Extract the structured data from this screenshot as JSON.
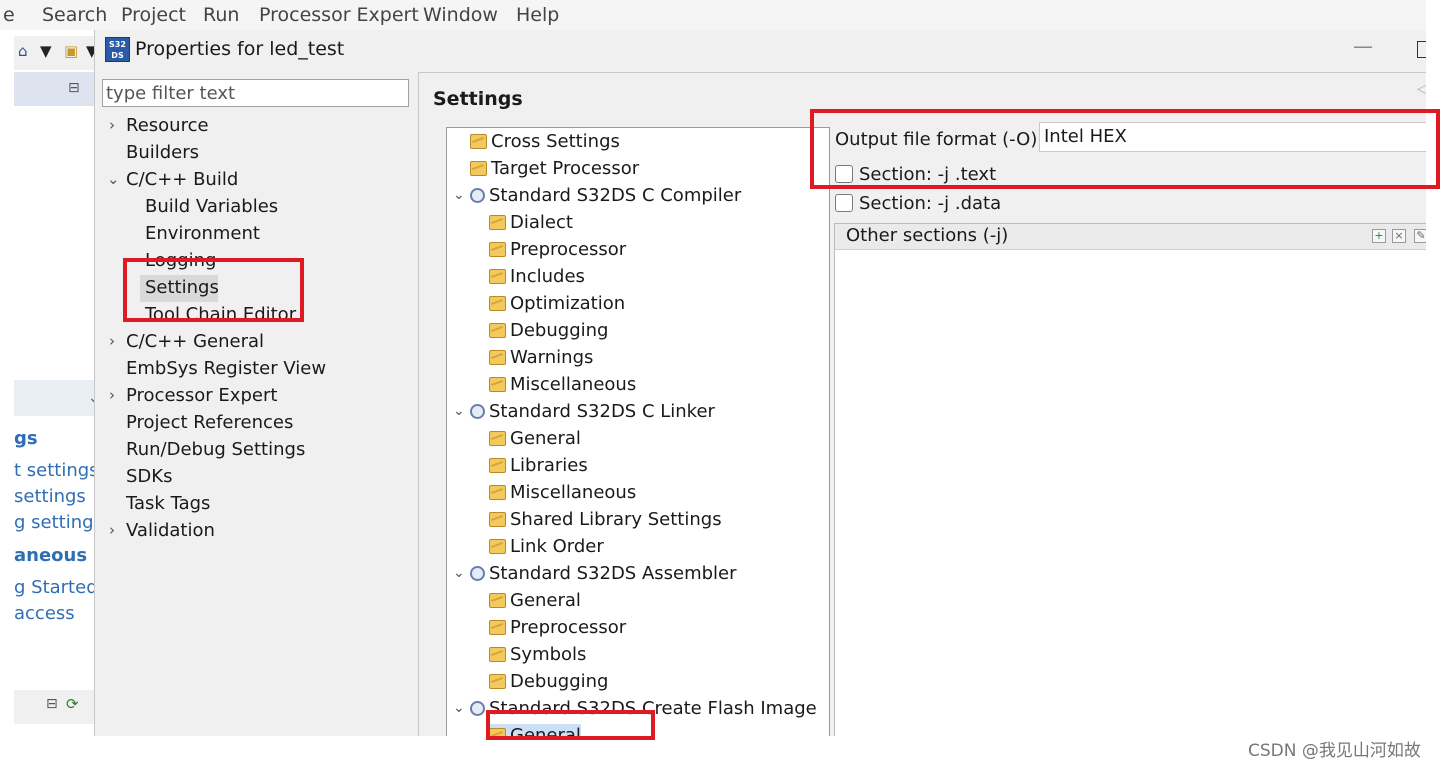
{
  "menubar": {
    "items": [
      "e",
      "Search",
      "Project",
      "Run",
      "Processor Expert",
      "Window",
      "Help"
    ]
  },
  "background": {
    "links": [
      "gs",
      "t settings",
      "settings",
      "g settings",
      "aneous",
      "g Started",
      "access"
    ]
  },
  "dialog": {
    "logo_text": "S32 DS",
    "title": "Properties for led_test",
    "minimize": "—",
    "filter_placeholder": "type filter text",
    "nav": [
      {
        "label": "Resource"
      },
      {
        "label": "Builders"
      },
      {
        "label": "C/C++ Build"
      },
      {
        "label": "Build Variables"
      },
      {
        "label": "Environment"
      },
      {
        "label": "Logging"
      },
      {
        "label": "Settings"
      },
      {
        "label": "Tool Chain Editor"
      },
      {
        "label": "C/C++ General"
      },
      {
        "label": "EmbSys Register View"
      },
      {
        "label": "Processor Expert"
      },
      {
        "label": "Project References"
      },
      {
        "label": "Run/Debug Settings"
      },
      {
        "label": "SDKs"
      },
      {
        "label": "Task Tags"
      },
      {
        "label": "Validation"
      }
    ],
    "panel_title": "Settings",
    "tool_tree": [
      {
        "label": "Cross Settings"
      },
      {
        "label": "Target Processor"
      },
      {
        "label": "Standard S32DS C Compiler"
      },
      {
        "label": "Dialect"
      },
      {
        "label": "Preprocessor"
      },
      {
        "label": "Includes"
      },
      {
        "label": "Optimization"
      },
      {
        "label": "Debugging"
      },
      {
        "label": "Warnings"
      },
      {
        "label": "Miscellaneous"
      },
      {
        "label": "Standard S32DS C Linker"
      },
      {
        "label": "General"
      },
      {
        "label": "Libraries"
      },
      {
        "label": "Miscellaneous"
      },
      {
        "label": "Shared Library Settings"
      },
      {
        "label": "Link Order"
      },
      {
        "label": "Standard S32DS Assembler"
      },
      {
        "label": "General"
      },
      {
        "label": "Preprocessor"
      },
      {
        "label": "Symbols"
      },
      {
        "label": "Debugging"
      },
      {
        "label": "Standard S32DS Create Flash Image"
      },
      {
        "label": "General"
      }
    ],
    "settings": {
      "output_format_label": "Output file format (-O)",
      "output_format_value": "Intel HEX",
      "section_text": "Section: -j .text",
      "section_data": "Section: -j .data",
      "other_sections": "Other sections (-j)"
    }
  },
  "watermark": "CSDN @我见山河如故",
  "colors": {
    "highlight": "#e01a22",
    "link": "#2f6eb5",
    "selection": "#d9d9d9"
  }
}
